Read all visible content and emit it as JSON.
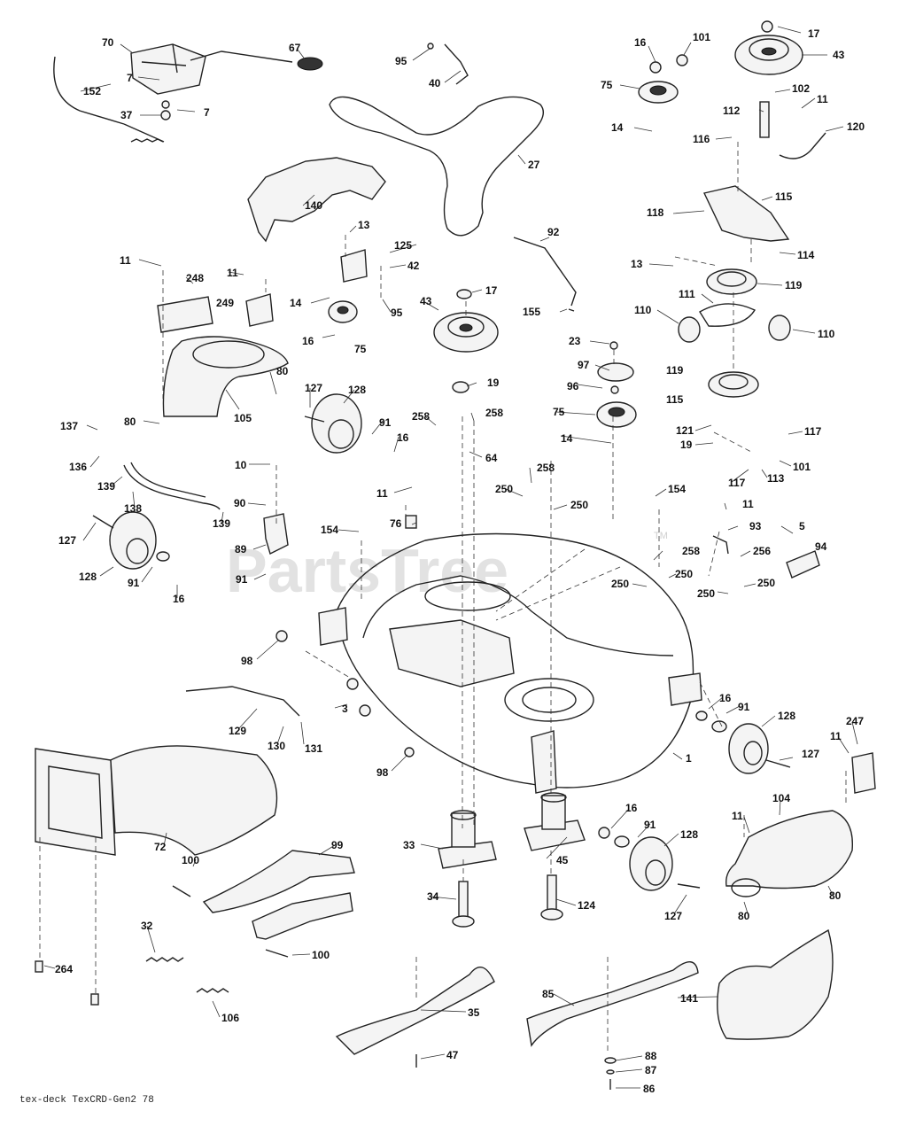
{
  "watermark": "PartsTree",
  "watermark_tm": "TM",
  "footer": "tex-deck TexCRD-Gen2 78",
  "callouts": {
    "c70": "70",
    "c67": "67",
    "c7a": "7",
    "c7b": "7",
    "c152": "152",
    "c37": "37",
    "c95a": "95",
    "c40": "40",
    "c27": "27",
    "c16a": "16",
    "c101a": "101",
    "c17a": "17",
    "c43a": "43",
    "c75a": "75",
    "c102": "102",
    "c11a": "11",
    "c112": "112",
    "c14a": "14",
    "c116": "116",
    "c120": "120",
    "c115a": "115",
    "c118": "118",
    "c114": "114",
    "c13a": "13",
    "c119a": "119",
    "c111": "111",
    "c110a": "110",
    "c110b": "110",
    "c140": "140",
    "c13b": "13",
    "c125": "125",
    "c42": "42",
    "c11b": "11",
    "c11c": "11",
    "c248": "248",
    "c249": "249",
    "c14b": "14",
    "c16b": "16",
    "c75b": "75",
    "c95b": "95",
    "c92": "92",
    "c43b": "43",
    "c17b": "17",
    "c155": "155",
    "c80a": "80",
    "c105": "105",
    "c80b": "80",
    "c127a": "127",
    "c128a": "128",
    "c91a": "91",
    "c16c": "16",
    "c19a": "19",
    "c23": "23",
    "c97": "97",
    "c96": "96",
    "c75c": "75",
    "c14c": "14",
    "c119b": "119",
    "c115b": "115",
    "c121": "121",
    "c19b": "19",
    "c117a": "117",
    "c101b": "101",
    "c117b": "117",
    "c113": "113",
    "c137": "137",
    "c136": "136",
    "c139a": "139",
    "c138": "138",
    "c139b": "139",
    "c127b": "127",
    "c128b": "128",
    "c91b": "91",
    "c16d": "16",
    "c10": "10",
    "c90": "90",
    "c89": "89",
    "c91c": "91",
    "c258a": "258",
    "c258b": "258",
    "c64": "64",
    "c11d": "11",
    "c258c": "258",
    "c250a": "250",
    "c250b": "250",
    "c154a": "154",
    "c76": "76",
    "c154b": "154",
    "c11e": "11",
    "c93": "93",
    "c5": "5",
    "c94": "94",
    "c258d": "258",
    "c256": "256",
    "c250c": "250",
    "c250d": "250",
    "c250e": "250",
    "c250f": "250",
    "c98a": "98",
    "c3": "3",
    "c129": "129",
    "c130": "130",
    "c131": "131",
    "c98b": "98",
    "c1": "1",
    "c16e": "16",
    "c91d": "91",
    "c128c": "128",
    "c127c": "127",
    "c11f": "11",
    "c247": "247",
    "c72": "72",
    "c100a": "100",
    "c99": "99",
    "c33": "33",
    "c45": "45",
    "c16f": "16",
    "c91e": "91",
    "c128d": "128",
    "c127d": "127",
    "c11g": "11",
    "c104": "104",
    "c80c": "80",
    "c80d": "80",
    "c34": "34",
    "c124": "124",
    "c32": "32",
    "c100b": "100",
    "c264": "264",
    "c106": "106",
    "c35": "35",
    "c47": "47",
    "c85": "85",
    "c141": "141",
    "c88": "88",
    "c87": "87",
    "c86": "86"
  }
}
